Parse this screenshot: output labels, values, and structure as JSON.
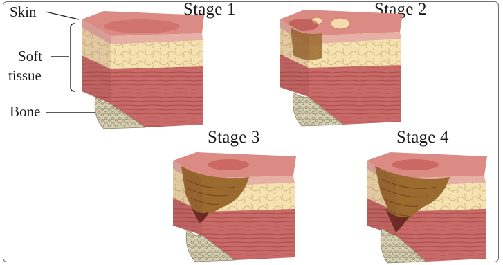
{
  "labels": {
    "skin": "Skin",
    "soft": "Soft",
    "tissue": "tissue",
    "bone": "Bone"
  },
  "stages": [
    {
      "title": "Stage 1"
    },
    {
      "title": "Stage 2"
    },
    {
      "title": "Stage 3"
    },
    {
      "title": "Stage 4"
    }
  ],
  "colors": {
    "skin_top": "#d9807a",
    "skin_front": "#e8b4a5",
    "fat": "#f4e2b3",
    "fat_line": "#d8b979",
    "muscle": "#c86a68",
    "muscle_line": "#a94c4b",
    "bone": "#d6ceb2",
    "wound": "#8a5a2a",
    "frame": "#6e6e6e"
  }
}
